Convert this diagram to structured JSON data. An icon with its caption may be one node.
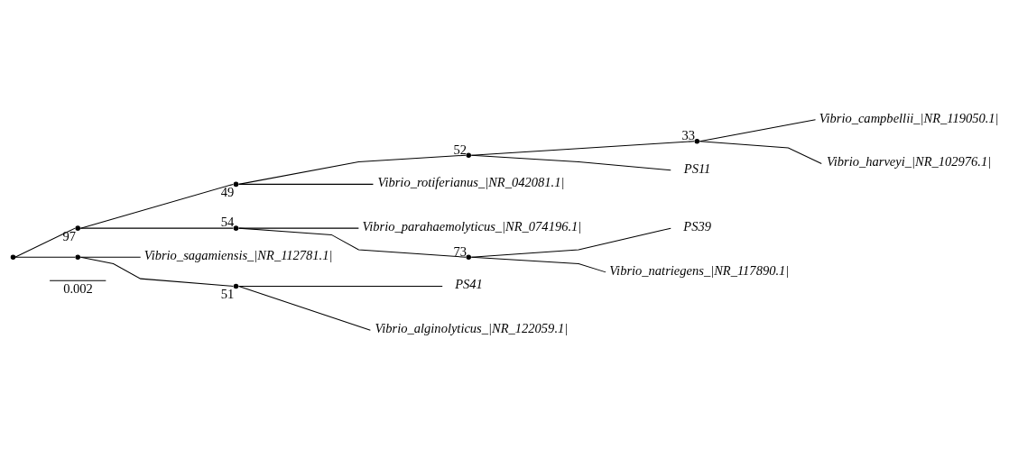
{
  "diagram": {
    "nodes": [
      {
        "text": [],
        "shape": "point"
      },
      {
        "text": [],
        "shape": "point",
        "beside": [
          "97"
        ]
      },
      {
        "text": [],
        "shape": "point",
        "beside": [
          "49"
        ]
      },
      {
        "text": [],
        "shape": "point",
        "beside": [
          "52"
        ]
      },
      {
        "text": [],
        "shape": "point",
        "beside": [
          "33"
        ]
      },
      {
        "text": [
          "Vibrio_campbellii_|NR_119050.1|"
        ]
      },
      {
        "text": [
          "Vibrio_harveyi_|NR_102976.1|"
        ]
      },
      {
        "text": [
          "PS11"
        ]
      },
      {
        "text": [
          "Vibrio_rotiferianus_|NR_042081.1|"
        ]
      },
      {
        "text": [],
        "shape": "point",
        "beside": [
          "54"
        ]
      },
      {
        "text": [
          "Vibrio_parahaemolyticus_|NR_074196.1|"
        ]
      },
      {
        "text": [],
        "shape": "point",
        "beside": [
          "73"
        ]
      },
      {
        "text": [
          "PS39"
        ]
      },
      {
        "text": [
          "Vibrio_natriegens_|NR_117890.1|"
        ]
      },
      {
        "text": [],
        "shape": "point"
      },
      {
        "text": [
          "Vibrio_sagamiensis_|NR_112781.1|"
        ]
      },
      {
        "text": [],
        "shape": "point",
        "beside": [
          "51"
        ]
      },
      {
        "text": [
          "PS41"
        ]
      },
      {
        "text": [
          "Vibrio_alginolyticus_|NR_122059.1|"
        ]
      }
    ],
    "edges": [
      {
        "from": 0,
        "to": 1,
        "arrow": "none"
      },
      {
        "from": 1,
        "to": 2,
        "arrow": "none"
      },
      {
        "from": 2,
        "to": 3,
        "arrow": "none"
      },
      {
        "from": 3,
        "to": 4,
        "arrow": "none"
      },
      {
        "from": 4,
        "to": 5,
        "arrow": "none"
      },
      {
        "from": 4,
        "to": 6,
        "arrow": "none"
      },
      {
        "from": 3,
        "to": 7,
        "arrow": "none"
      },
      {
        "from": 2,
        "to": 8,
        "arrow": "none"
      },
      {
        "from": 1,
        "to": 9,
        "arrow": "none"
      },
      {
        "from": 9,
        "to": 10,
        "arrow": "none"
      },
      {
        "from": 9,
        "to": 11,
        "arrow": "none"
      },
      {
        "from": 11,
        "to": 12,
        "arrow": "none"
      },
      {
        "from": 11,
        "to": 13,
        "arrow": "none"
      },
      {
        "from": 0,
        "to": 14,
        "arrow": "none"
      },
      {
        "from": 14,
        "to": 15,
        "arrow": "none"
      },
      {
        "from": 14,
        "to": 16,
        "arrow": "none"
      },
      {
        "from": 16,
        "to": 17,
        "arrow": "none"
      },
      {
        "from": 16,
        "to": 18,
        "arrow": "none"
      }
    ],
    "labels": [
      "0.002"
    ]
  }
}
